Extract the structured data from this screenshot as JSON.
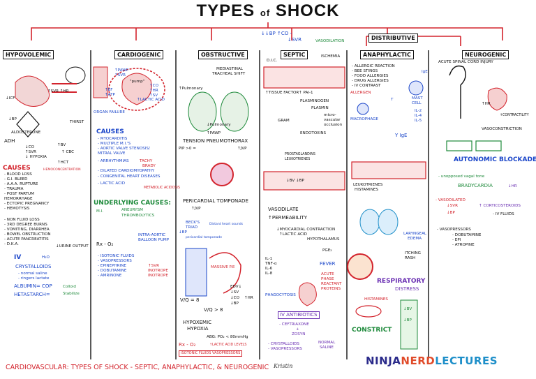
{
  "title": {
    "main_a": "TYPES",
    "of": "of",
    "main_b": "SHOCK"
  },
  "top_notes": {
    "bp_co": "↓↓BP ↑CO -",
    "svr": "↓SVR",
    "vasodilation": "VASODILATION"
  },
  "hypovolemic": {
    "header": "HYPOVOLEMIC",
    "labels": [
      "↑SVR ↑HR",
      "↓ICF",
      "↓BP",
      "ALDOSTERONE",
      "ADH",
      "THIRST",
      "↓CO",
      "↑SVR",
      "↓ HYPOXIA",
      "↑HCT",
      "↑BV",
      "↑ CBC"
    ],
    "causes_title": "CAUSES",
    "causes": [
      "- BLOOD LOSS",
      "- G.I. BLEED",
      "- A.A.A. RUPTURE",
      "- TRAUMA",
      "- POST PARTUM",
      "  HEMORRHAGE",
      "- ECTOPIC PREGNANCY",
      "- HEMOTYSIS"
    ],
    "hemo": "HEMOCONCENTRATION",
    "nonfluid": [
      "- NON FLUID LOSS",
      "- 3RD DEGREE BURNS",
      "- VOMITING, DIARRHEA",
      "- BOWEL OBSTRUCTION",
      "- ACUTE PANCREATITIS",
      "- D.K.A."
    ],
    "urine": "↓URINE OUTPUT",
    "iv": "IV",
    "h2o": "H₂O",
    "tx": [
      "CRYSTALLOIDS",
      "- normal saline",
      "- ringers lactate",
      "ALBUMIN= COP",
      "HETASTARCH="
    ],
    "tx_colloid": "Colloid",
    "tx_stabilize": "Stabilize"
  },
  "cardiogenic": {
    "header": "CARDIOGENIC",
    "pump": "\"pump\"",
    "labels": [
      "↑PAWP",
      "↑SVR",
      "↑EF",
      "↑ATP",
      "↑LACTIC ACID",
      "↑CO",
      "↑HR",
      "↑SV"
    ],
    "organ": "ORGAN FAILURE",
    "causes_title": "CAUSES",
    "causes": [
      "- MYOCARDITIS",
      "- MULTIPLE M.I.'S",
      "- AORTIC VALVE STENOSIS/",
      "  MITRAL VALVE",
      "- ARRHYTHMIAS",
      "- DILATED CARDIOMYOPATHY",
      "- CONGENITAL HEART DISEASES",
      "- LACTIC ACID"
    ],
    "tachy": "TACHY",
    "brady": "BRADY",
    "metabolic": "METABOLIC ACIDOSIS",
    "underlying_title": "UNDERLYING CAUSES:",
    "underlying": [
      "M.I.",
      "ANEURYSM",
      "THROMBOLYTICS"
    ],
    "iabp": [
      "INTRA-AORTIC",
      "BALLOON PUMP"
    ],
    "rx": "Rx - O₂",
    "tx": [
      "- ISOTONIC FLUIDS",
      "- VASOPRESSORS",
      "  - EPINEPHRINE",
      "  - DOBUTAMINE",
      "  - AMRINONE"
    ],
    "tx_effects": [
      "↑SVR",
      "INOTROPE",
      "INOTROPE"
    ]
  },
  "obstructive": {
    "header": "OBSTRUCTIVE",
    "mediastinal": [
      "MEDIASTINAL",
      "TRACHEAL SHIFT"
    ],
    "pneumo": "TENSION PNEUMOTHORAX",
    "jvp": "↑JVP",
    "pericardial": "PERICARDIAL TOMPONADE",
    "jvp2": "↑JVP",
    "beck": [
      "BECK'S",
      "TRIAD"
    ],
    "beck_items": [
      "↓BP",
      "Distant heart sounds",
      "pericardial tomponade"
    ],
    "labels": [
      "↑Pulmonary",
      "↓Pulmonary",
      "↑PAWP",
      "PIP >0 =",
      "MASSIVE P.E",
      "EDV↓",
      "↓SV",
      "↓CO",
      "↓BP",
      "↑HR"
    ],
    "ratio": "V/Q = 8",
    "ratio2": "V/Q > 8",
    "hypoxic": [
      "HYPOXEMIC",
      "HYPOXIA"
    ],
    "abg": "ABG: PO₂ < 80mmHg",
    "rx": "Rx - O₂",
    "lactic": "↑LACTIC ACID LEVELS",
    "fluids": "ISOTONIC FLUIDS VASOPRESSORS"
  },
  "septic": {
    "header": "SEPTIC",
    "dic": "D.I.C.",
    "ischemia": "ISCHEMIA",
    "tissue": "↑TISSUE FACTOR",
    "pai": "↑ PAI-1",
    "plasminogen": "PLASMINOGEN",
    "plasmin": "PLASMIN",
    "micro": [
      "micro-",
      "vascular",
      "occlusion"
    ],
    "gram": "GRAM",
    "endotoxins": "ENDOTOXINS",
    "prostaglandins": [
      "PROSTAGLANDINS",
      "LEUKOTRIENES"
    ],
    "bv_bp": "↓BV ↓BP",
    "vasodilate": "VASODILATE",
    "permeability": "↑PERMEABILITY",
    "myocardial": [
      "↓MYOCARDIAL CONTRACTION",
      "↑LACTIC ACID"
    ],
    "il": [
      "IL-1",
      "TNF-α",
      "IL-6",
      "IL-8"
    ],
    "hypothalamus": "HYPOTHALAMUS",
    "pge2": "PGE₂",
    "fever": "FEVER",
    "acute": [
      "ACUTE",
      "PHASE",
      "REACTANT",
      "PROTEINS"
    ],
    "phago": "PHAGOCYTOSIS",
    "abx_title": "IV ANTIBIOTICS",
    "abx": [
      "- CEFTRIAXONE",
      "+",
      "ZOSYN"
    ],
    "fluids": [
      "- CRYSTALLOIDS",
      "- VASOPRESSORS"
    ],
    "normal": [
      "NORMAL",
      "SALINE"
    ]
  },
  "distributive": {
    "header": "DISTRIBUTIVE"
  },
  "anaphylactic": {
    "header": "ANAPHYLACTIC",
    "triggers": [
      "- ALLERGIC REACTION",
      "- BEE STINGS",
      "- FOOD ALLERGIES",
      "- DRUG ALLERGIES",
      "- IV CONTRAST"
    ],
    "allergen": "ALLERGEN",
    "macrophage": "MACROPHAGE",
    "tcell": "T",
    "mast": [
      "MAST",
      "CELL"
    ],
    "il": [
      "IL-2",
      "IL-4",
      "IL-5"
    ],
    "ige": "IgE",
    "yige": "Y IgE",
    "leuko": [
      "LEUKOTRIENES",
      "HISTAMINES"
    ],
    "laryngeal": [
      "LARYNGEAL",
      "EDEMA"
    ],
    "itching": [
      "ITCHING",
      "RASH"
    ],
    "resp": [
      "RESPIRATORY",
      "DISTRESS"
    ],
    "histamines": "HISTAMINES",
    "constrict": "CONSTRICT",
    "bv": "↓BV",
    "bp": "↓BP"
  },
  "neurogenic": {
    "header": "NEUROGENIC",
    "injury": "ACUTE SPINAL CORD INJURY",
    "labels": [
      "↑HR",
      "↑CONTRACTILITY",
      "VASOCONSTRICTION"
    ],
    "blockade": "AUTONOMIC BLOCKADE",
    "vagal": "- unopposed vagal tone",
    "brady": "BRADYCARDIA",
    "hr": "↓HR",
    "vaso": "- VASODILATED",
    "svr": "↓SVR",
    "bp": "↓BP",
    "cortico": "↑ CORTICOSTEROIDS",
    "ivf": "- IV FLUIDS",
    "vasopressors_title": "- VASOPRESSORS",
    "vasopressors": [
      "- DOBUTAMINE",
      "- EPI",
      "- ATROPINE"
    ]
  },
  "footer": "CARDIOVASCULAR: TYPES OF SHOCK - SEPTIC, ANAPHYLACTIC, & NEUROGENIC",
  "signature": "Kristin",
  "logo": {
    "a": "NINJA",
    "b": "NERD",
    "c": "LECTURES"
  },
  "colors": {
    "red": "#d3232c",
    "blue": "#1a45c9",
    "green": "#1e8a3b",
    "purple": "#6a2fb2"
  }
}
